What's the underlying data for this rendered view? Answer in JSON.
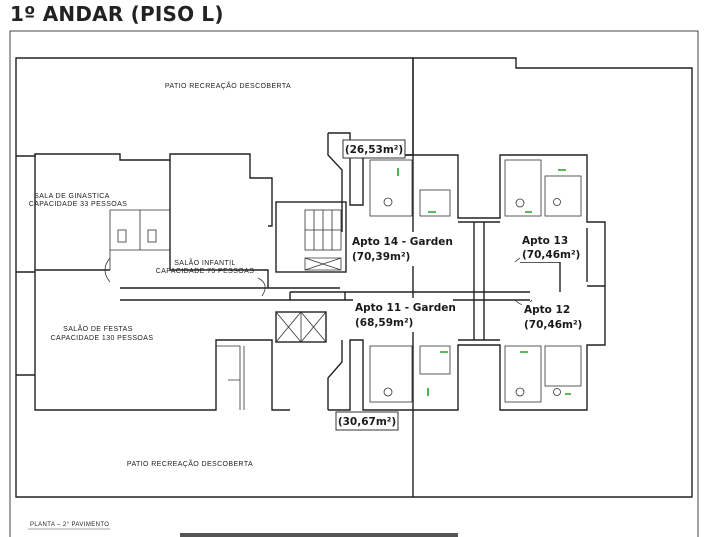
{
  "title": "1º ANDAR (PISO L)",
  "areas": {
    "patio_top": "PATIO RECREAÇÃO DESCOBERTA",
    "patio_bottom": "PATIO RECREAÇÃO DESCOBERTA",
    "gym_name": "SALA DE GINASTICA",
    "gym_capacity": "CAPACIDADE 33 PESSOAS",
    "kids_name": "SALÃO INFANTIL",
    "kids_capacity": "CAPACIDADE 75 PESSOAS",
    "party_name": "SALÃO DE FESTAS",
    "party_capacity": "CAPACIDADE 130 PESSOAS"
  },
  "labels": {
    "area_top": "(26,53m²)",
    "area_bottom": "(30,67m²)",
    "apto14_name": "Apto 14 - Garden",
    "apto14_area": "(70,39m²)",
    "apto13_name": "Apto 13",
    "apto13_area": "(70,46m²)",
    "apto11_name": "Apto 11 - Garden",
    "apto11_area": "(68,59m²)",
    "apto12_name": "Apto 12",
    "apto12_area": "(70,46m²)"
  },
  "footer": "PLANTA – 2° PAVIMENTO"
}
